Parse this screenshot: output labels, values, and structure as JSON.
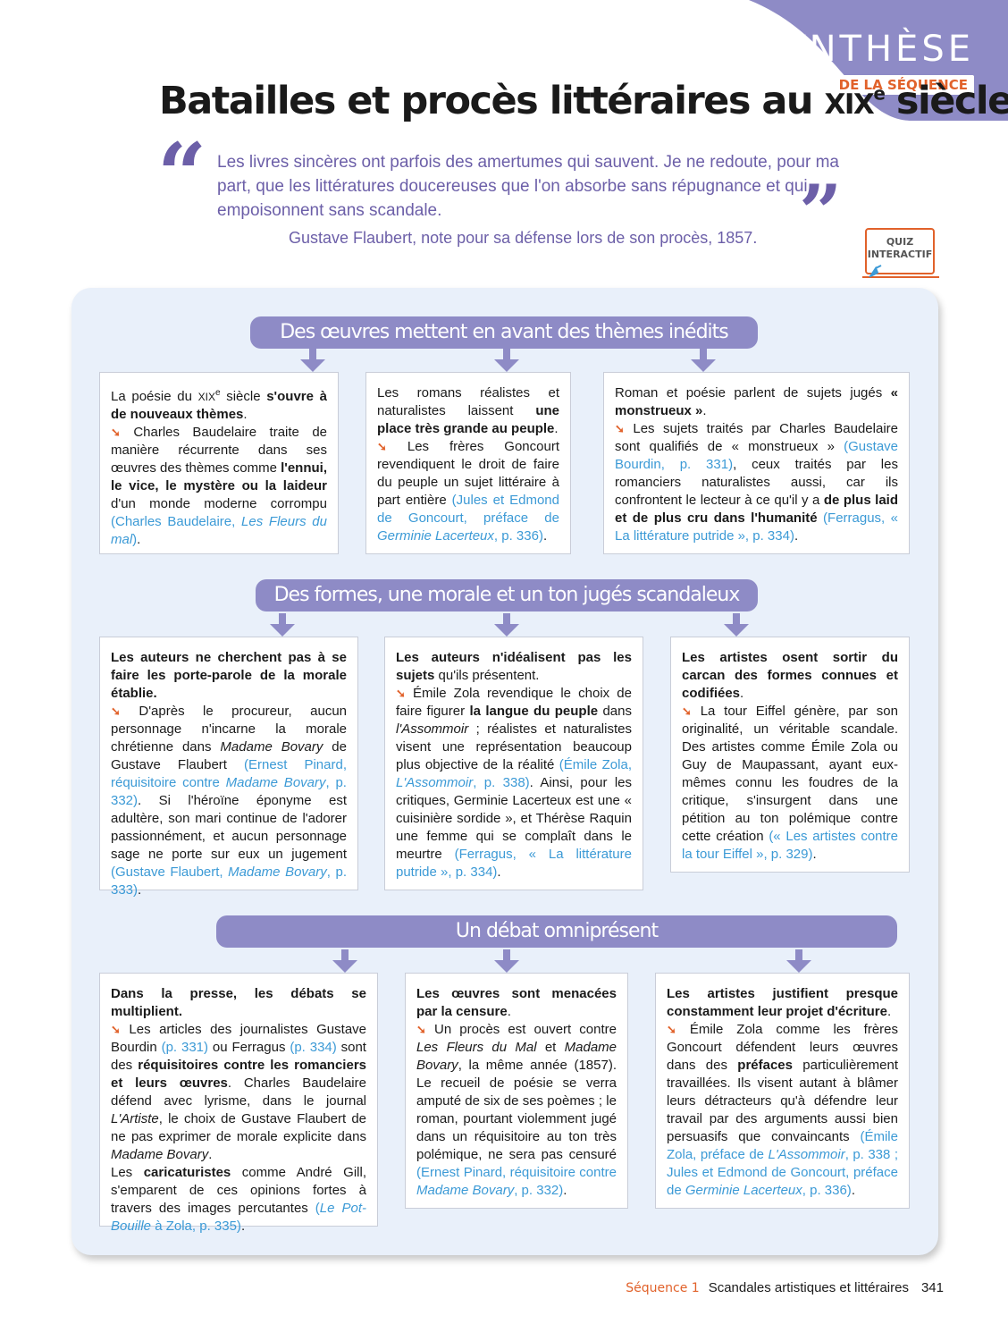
{
  "header": {
    "synthese": "SYNTHÈSE",
    "sequence_label": "DE LA SÉQUENCE",
    "title_before": "Batailles et procès littéraires au ",
    "title_century": "XIX",
    "title_sup": "e",
    "title_after": " siècle"
  },
  "quote": {
    "open_mark": "“",
    "close_mark": "”",
    "text": "Les livres sincères ont parfois des amertumes qui sauvent. Je ne redoute, pour ma part, que les littératures doucereuses que l'on absorbe sans répugnance et qui empoisonnent sans scandale.",
    "author": "Gustave Flaubert, note pour sa défense lors de son procès, 1857."
  },
  "quiz": {
    "line1": "QUIZ",
    "line2": "INTERACTIF"
  },
  "sections": [
    {
      "heading": "Des œuvres mettent en avant des thèmes inédits",
      "boxes": [
        {
          "t1": "La poésie du ",
          "sc": "XIX",
          "sup": "e",
          "t2": " siècle ",
          "b1": "s'ouvre à de nouveaux thèmes",
          "t3": ".",
          "bullet_text": " Charles Baudelaire traite de manière récurrente dans ses œuvres des thèmes comme ",
          "b2": "l'ennui, le vice, le mystère ou la laideur",
          "t4": " d'un monde moderne corrompu ",
          "ref1": "(Charles Baudelaire, ",
          "ref_i": "Les Fleurs du mal",
          "ref2": ")",
          "t5": "."
        },
        {
          "t1": "Les romans réalistes et naturalistes laissent ",
          "b1": "une place très grande au peuple",
          "t2": ".",
          "bullet_text": " Les frères Goncourt revendiquent le droit de faire du peuple un sujet littéraire à part entière ",
          "ref1": "(Jules et Edmond de Goncourt, préface de ",
          "ref_i": "Germinie Lacerteux",
          "ref2": ", p. 336)",
          "t3": "."
        },
        {
          "t1": "Roman et poésie parlent de sujets jugés ",
          "b1": "« monstrueux »",
          "t2": ".",
          "bullet_text": " Les sujets traités par Charles Baudelaire sont qualifiés de « monstrueux » ",
          "ref1": "(Gustave Bourdin, p. 331)",
          "t3": ", ceux traités par les romanciers naturalistes aussi, car ils confrontent le lecteur à ce qu'il y a ",
          "b2": "de plus laid et de plus cru dans l'humanité",
          "t4": " ",
          "ref2": "(Ferragus, « La littérature putride », p. 334)",
          "t5": "."
        }
      ]
    },
    {
      "heading": "Des formes, une morale et un ton jugés scandaleux",
      "boxes": [
        {
          "b1": "Les auteurs ne cherchent pas à se faire les porte-parole de la morale établie.",
          "bullet_text": " D'après le procureur, aucun personnage n'incarne la morale chrétienne dans ",
          "i1": "Madame Bovary",
          "t1": " de Gustave Flaubert ",
          "ref1": "(Ernest Pinard, réquisitoire contre ",
          "ref1_i": "Madame Bovary",
          "ref1_end": ", p. 332)",
          "t2": ". Si l'héroïne éponyme est adultère, son mari continue de l'adorer passionnément, et aucun personnage sage ne porte sur eux un jugement ",
          "ref2": "(Gustave Flaubert, ",
          "ref2_i": "Madame Bovary",
          "ref2_end": ", p. 333)",
          "t3": "."
        },
        {
          "b1": "Les auteurs n'idéalisent pas les sujets",
          "t1": " qu'ils présentent.",
          "bullet_text": " Émile Zola revendique le choix de faire figurer ",
          "b2": "la langue du peuple",
          "t2": " dans ",
          "i1": "l'Assommoir",
          "t3": " ; réalistes et naturalistes visent une représentation beaucoup plus objective de la réalité ",
          "ref1": "(Émile Zola, ",
          "ref1_i": "L'Assommoir",
          "ref1_end": ", p. 338)",
          "t4": ". Ainsi, pour les critiques, Germinie Lacerteux est une « cuisinière sordide », et Thérèse Raquin une femme qui se complaît dans le meurtre ",
          "ref2": "(Ferragus, « La littérature putride », p. 334)",
          "t5": "."
        },
        {
          "b1": "Les artistes osent sortir du carcan des formes connues et codifiées",
          "t1": ".",
          "bullet_text": " La tour Eiffel génère, par son originalité, un véritable scandale. Des artistes comme Émile Zola ou Guy de Maupassant, ayant eux-mêmes connu les foudres de la critique, s'insurgent dans une pétition au ton polémique contre cette création ",
          "ref1": "(« Les artistes contre la tour Eiffel », p. 329)",
          "t2": "."
        }
      ]
    },
    {
      "heading": "Un débat omniprésent",
      "boxes": [
        {
          "b1": "Dans la presse, les débats se multiplient.",
          "bullet_text": " Les articles des journalistes Gustave Bourdin ",
          "ref1": "(p. 331)",
          "t1": " ou Ferragus ",
          "ref2": "(p. 334)",
          "t2": " sont des ",
          "b2": "réquisitoires contre les romanciers et leurs œuvres",
          "t3": ". Charles Baudelaire défend avec lyrisme, dans le journal ",
          "i1": "L'Artiste",
          "t4": ", le choix de Gustave Flaubert de ne pas exprimer de morale explicite dans ",
          "i2": "Madame Bovary",
          "t5": ".",
          "t6": "Les ",
          "b3": "caricaturistes",
          "t7": " comme André Gill, s'emparent de ces opinions fortes à travers des images percutantes ",
          "ref3_open": "(",
          "ref3_i": "Le Pot-Bouille",
          "ref3_end": " à Zola, p. 335)",
          "t8": "."
        },
        {
          "b1": "Les œuvres sont menacées par la censure",
          "t1": ".",
          "bullet_text": " Un procès est ouvert contre ",
          "i1": "Les Fleurs du Mal",
          "t2": " et ",
          "i2": "Madame Bovary",
          "t3": ", la même année (1857). Le recueil de poésie se verra amputé de six de ses poèmes ; le roman, pourtant violemment jugé dans un réquisitoire au ton très polémique, ne sera pas censuré ",
          "ref1": "(Ernest Pinard, réquisitoire contre ",
          "ref1_i": "Madame Bovary",
          "ref1_end": ", p. 332)",
          "t4": "."
        },
        {
          "b1": "Les artistes justifient presque constamment leur projet d'écriture",
          "t1": ".",
          "bullet_text": " Émile Zola comme les frères Goncourt défendent leurs œuvres dans des ",
          "b2": "préfaces",
          "t2": " particulièrement travaillées. Ils visent autant à blâmer leurs détracteurs qu'à défendre leur travail par des arguments aussi bien persuasifs que convaincants ",
          "ref1": "(Émile Zola, préface de ",
          "ref1_i": "L'Assommoir",
          "ref1_mid": ", p. 338 ; Jules et Edmond de Goncourt, préface de ",
          "ref1_i2": "Germinie Lacerteux",
          "ref1_end": ", p. 336)",
          "t3": "."
        }
      ]
    }
  ],
  "footer": {
    "sequence": "Séquence 1",
    "title": "Scandales artistiques et littéraires",
    "page": "341"
  },
  "colors": {
    "accent_purple": "#8e8bc6",
    "quote_purple": "#6c5fa8",
    "orange": "#e1622b",
    "reference_blue": "#3c9ad6",
    "panel_background": "#e9f0fa"
  }
}
